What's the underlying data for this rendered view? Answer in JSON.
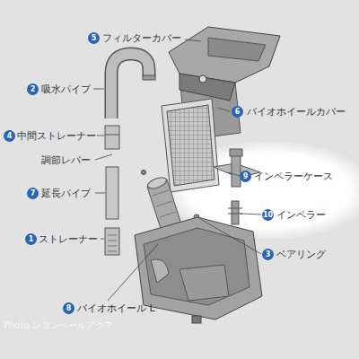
{
  "diagram": {
    "labels": [
      "5",
      "フィルターカバー",
      "2",
      "吸水パイプ",
      "6",
      "バイオホイールカバー",
      "4",
      "中間ストレーナー",
      "調節レバー",
      "9",
      "インペラーケース",
      "7",
      "延長パイプ",
      "10",
      "インペラー",
      "1",
      "ストレーナー",
      "3",
      "ベアリング",
      "8",
      "バイオホイール L",
      "Photo レヨンベールアクア"
    ]
  }
}
